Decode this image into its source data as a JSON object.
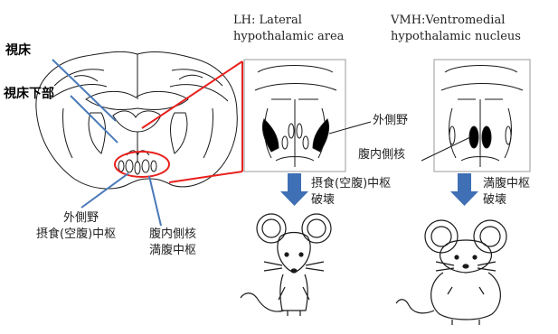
{
  "labels": {
    "thalamus": "視床",
    "hypothalamus": "視床下部",
    "lateral_area_name": "外側野",
    "feeding_center": "摂食(空腹)中枢",
    "ventromedial_name": "腹内側核",
    "satiety_center": "満腹中枢",
    "lh_line1": "LH: Lateral",
    "lh_line2": "hypothalamic area",
    "vmh_line1": "VMH:Ventromedial",
    "vmh_line2": "hypothalamic nucleus",
    "panel_lateral": "外側野",
    "panel_ventromedial": "腹内側核",
    "lh_result_line1": "摂食(空腹)中枢",
    "lh_result_line2": "破壊",
    "vmh_result_line1": "満腹中枢",
    "vmh_result_line2": "破壊"
  },
  "colors": {
    "callout_red": "#e8201c",
    "pointer_blue": "#4a7ab8",
    "arrow_blue": "#3f6fb5",
    "ink": "#1a1a1a"
  }
}
